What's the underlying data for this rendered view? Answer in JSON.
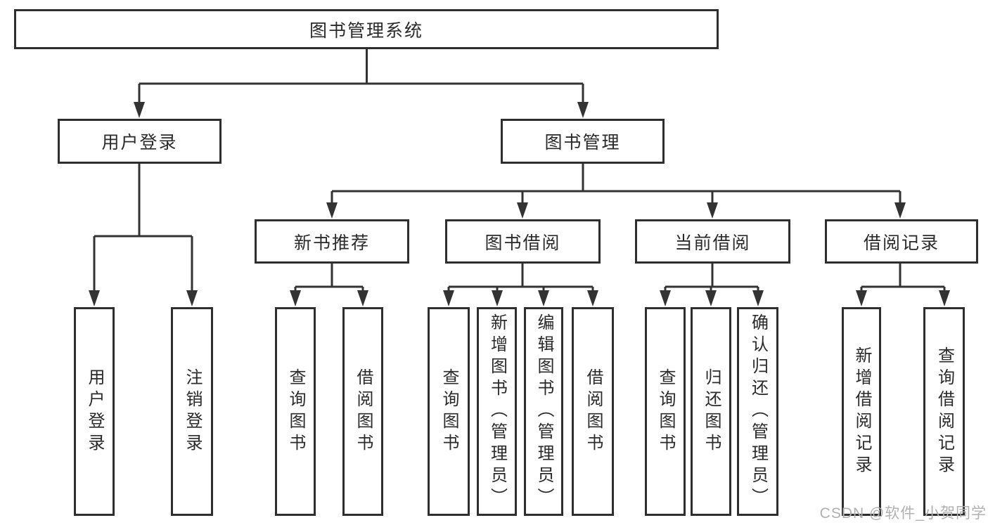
{
  "diagram": {
    "root": "图书管理系统",
    "login_branch": {
      "label": "用户登录",
      "children": [
        "用户登录",
        "注销登录"
      ]
    },
    "mgmt_branch": {
      "label": "图书管理",
      "groups": [
        {
          "label": "新书推荐",
          "children": [
            "查询图书",
            "借阅图书"
          ]
        },
        {
          "label": "图书借阅",
          "children": [
            "查询图书",
            "新增图书（管理员）",
            "编辑图书（管理员）",
            "借阅图书"
          ]
        },
        {
          "label": "当前借阅",
          "children": [
            "查询图书",
            "归还图书",
            "确认归还（管理员）"
          ]
        },
        {
          "label": "借阅记录",
          "children": [
            "新增借阅记录",
            "查询借阅记录"
          ]
        }
      ]
    },
    "watermark": "CSDN @软件_小贺同学"
  },
  "colors": {
    "line": "#333333",
    "box_border": "#2e2e2e",
    "box_fill": "#ffffff",
    "text": "#2a2a2a",
    "watermark": "#b0b0b0"
  }
}
